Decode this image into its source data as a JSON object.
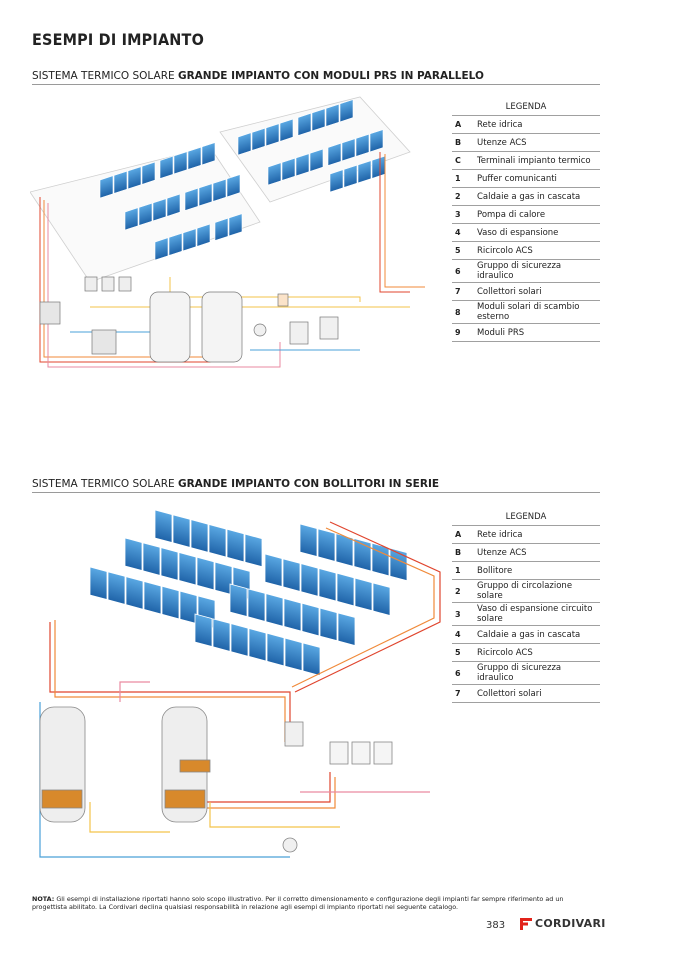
{
  "page": {
    "title": "ESEMPI DI IMPIANTO",
    "page_number": "383",
    "brand": "CORDIVARI",
    "brand_color": "#e2231a"
  },
  "section1": {
    "heading_light": "SISTEMA TERMICO SOLARE",
    "heading_bold": "GRANDE IMPIANTO CON MODULI PRS IN PARALLELO",
    "legend_title": "LEGENDA",
    "legend": [
      {
        "key": "A",
        "text": "Rete idrica"
      },
      {
        "key": "B",
        "text": "Utenze ACS"
      },
      {
        "key": "C",
        "text": "Terminali impianto termico"
      },
      {
        "key": "1",
        "text": "Puffer comunicanti"
      },
      {
        "key": "2",
        "text": "Caldaie a gas in cascata"
      },
      {
        "key": "3",
        "text": "Pompa di calore"
      },
      {
        "key": "4",
        "text": "Vaso di espansione"
      },
      {
        "key": "5",
        "text": "Ricircolo ACS"
      },
      {
        "key": "6",
        "text": "Gruppo di sicurezza idraulico"
      },
      {
        "key": "7",
        "text": "Collettori solari"
      },
      {
        "key": "8",
        "text": "Moduli solari di scambio esterno"
      },
      {
        "key": "9",
        "text": "Moduli PRS"
      }
    ]
  },
  "section2": {
    "heading_light": "SISTEMA TERMICO SOLARE",
    "heading_bold": "GRANDE IMPIANTO CON BOLLITORI IN SERIE",
    "legend_title": "LEGENDA",
    "legend": [
      {
        "key": "A",
        "text": "Rete idrica"
      },
      {
        "key": "B",
        "text": "Utenze ACS"
      },
      {
        "key": "1",
        "text": "Bollitore"
      },
      {
        "key": "2",
        "text": "Gruppo di circolazione solare"
      },
      {
        "key": "3",
        "text": "Vaso di espansione circuito solare"
      },
      {
        "key": "4",
        "text": "Caldaie a gas in cascata"
      },
      {
        "key": "5",
        "text": "Ricircolo ACS"
      },
      {
        "key": "6",
        "text": "Gruppo di sicurezza idraulico"
      },
      {
        "key": "7",
        "text": "Collettori solari"
      }
    ]
  },
  "note": {
    "label": "NOTA:",
    "text": "Gli esempi di installazione riportati hanno solo scopo illustrativo. Per il corretto dimensionamento e configurazione degli impianti far sempre riferimento ad un progettista abilitato. La Cordivari declina qualsiasi responsabilità in relazione agli esempi di impianto riportati nel seguente catalogo."
  },
  "colors": {
    "panel_blue": "#2f7fc1",
    "pipe_red": "#e0452e",
    "pipe_orange": "#f08a3a",
    "pipe_yellow": "#f3c34a",
    "pipe_blue": "#4aa0d8",
    "pipe_pink": "#e98aa0"
  }
}
